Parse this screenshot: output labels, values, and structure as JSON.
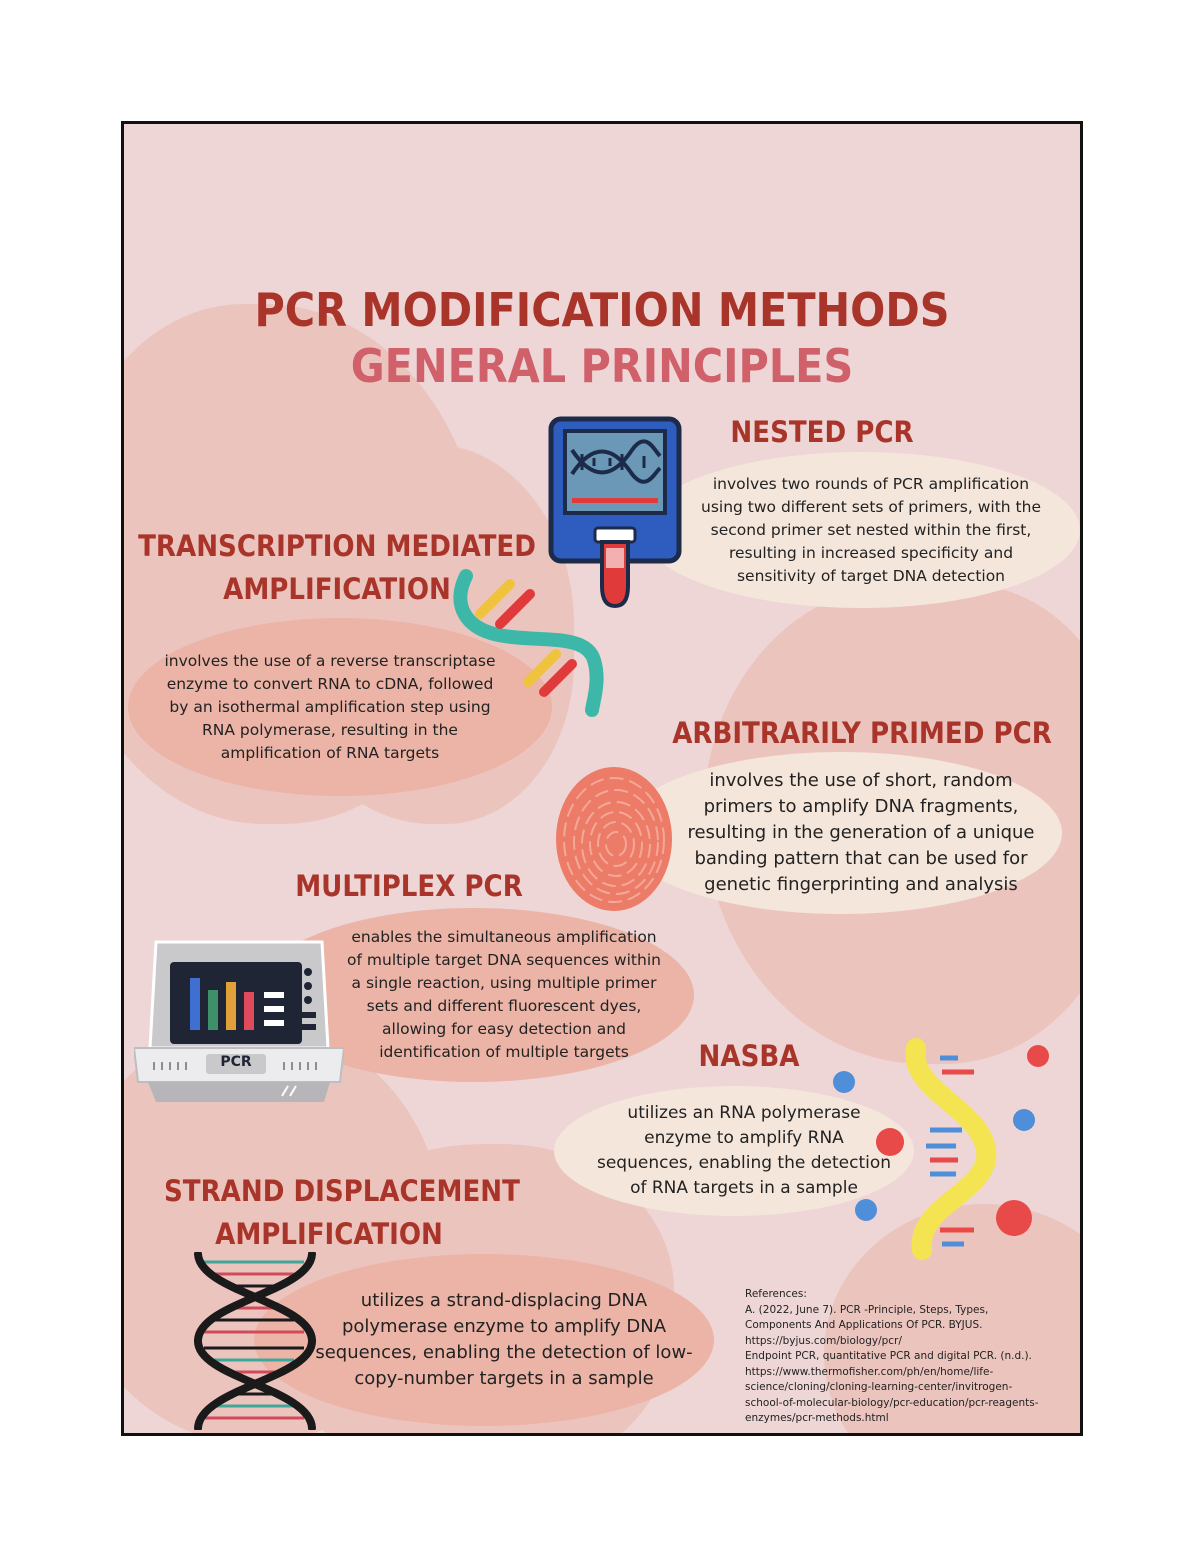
{
  "title": "PCR MODIFICATION METHODS",
  "subtitle": "GENERAL PRINCIPLES",
  "colors": {
    "title": "#a8342a",
    "subtitle": "#d0606a",
    "background": "#eed6d6",
    "blob": "#ecc4be",
    "salmon_bubble": "#ebb4a6",
    "cream_bubble": "#f5e6dc"
  },
  "sections": {
    "nested": {
      "heading": "NESTED PCR",
      "lines": [
        "involves two rounds of PCR amplification",
        "using two different sets of primers, with the",
        "second primer set nested within the first,",
        "resulting in increased specificity and",
        "sensitivity of target DNA detection"
      ]
    },
    "tma": {
      "heading_line1": "TRANSCRIPTION MEDIATED",
      "heading_line2": "AMPLIFICATION",
      "lines": [
        "involves the use of a reverse transcriptase",
        "enzyme to convert RNA to cDNA, followed",
        "by an isothermal amplification step using",
        "RNA polymerase, resulting in the",
        "amplification of RNA targets"
      ]
    },
    "ap": {
      "heading": "ARBITRARILY PRIMED PCR",
      "lines": [
        "involves the use of short, random",
        "primers to amplify DNA fragments,",
        "resulting in the generation of a unique",
        "banding pattern that can be used for",
        "genetic fingerprinting and analysis"
      ]
    },
    "multiplex": {
      "heading": "MULTIPLEX PCR",
      "lines": [
        "enables the simultaneous amplification",
        "of multiple target DNA sequences within",
        "a single reaction, using multiple primer",
        "sets and different fluorescent dyes,",
        "allowing for easy detection and",
        "identification of multiple targets"
      ]
    },
    "nasba": {
      "heading": "NASBA",
      "lines": [
        "utilizes an RNA polymerase",
        "enzyme to amplify RNA",
        "sequences, enabling the detection",
        "of RNA targets in a sample"
      ]
    },
    "sda": {
      "heading_line1": "STRAND DISPLACEMENT",
      "heading_line2": "AMPLIFICATION",
      "lines": [
        "utilizes a strand-displacing DNA",
        "polymerase enzyme to amplify DNA",
        "sequences, enabling the detection of low-",
        "copy-number targets in a sample"
      ]
    }
  },
  "machine_label": "PCR",
  "icons": [
    "dna-monitor-icon",
    "rna-strand-icon",
    "fingerprint-icon",
    "pcr-machine-icon",
    "nasba-strand-icon",
    "dna-helix-icon"
  ],
  "references": [
    "References:",
    "A. (2022, June 7). PCR -Principle, Steps, Types,",
    "Components And Applications Of PCR. BYJUS.",
    "https://byjus.com/biology/pcr/",
    "Endpoint PCR, quantitative PCR and digital PCR. (n.d.).",
    "https://www.thermofisher.com/ph/en/home/life-",
    "science/cloning/cloning-learning-center/invitrogen-",
    "school-of-molecular-biology/pcr-education/pcr-reagents-",
    "enzymes/pcr-methods.html"
  ]
}
